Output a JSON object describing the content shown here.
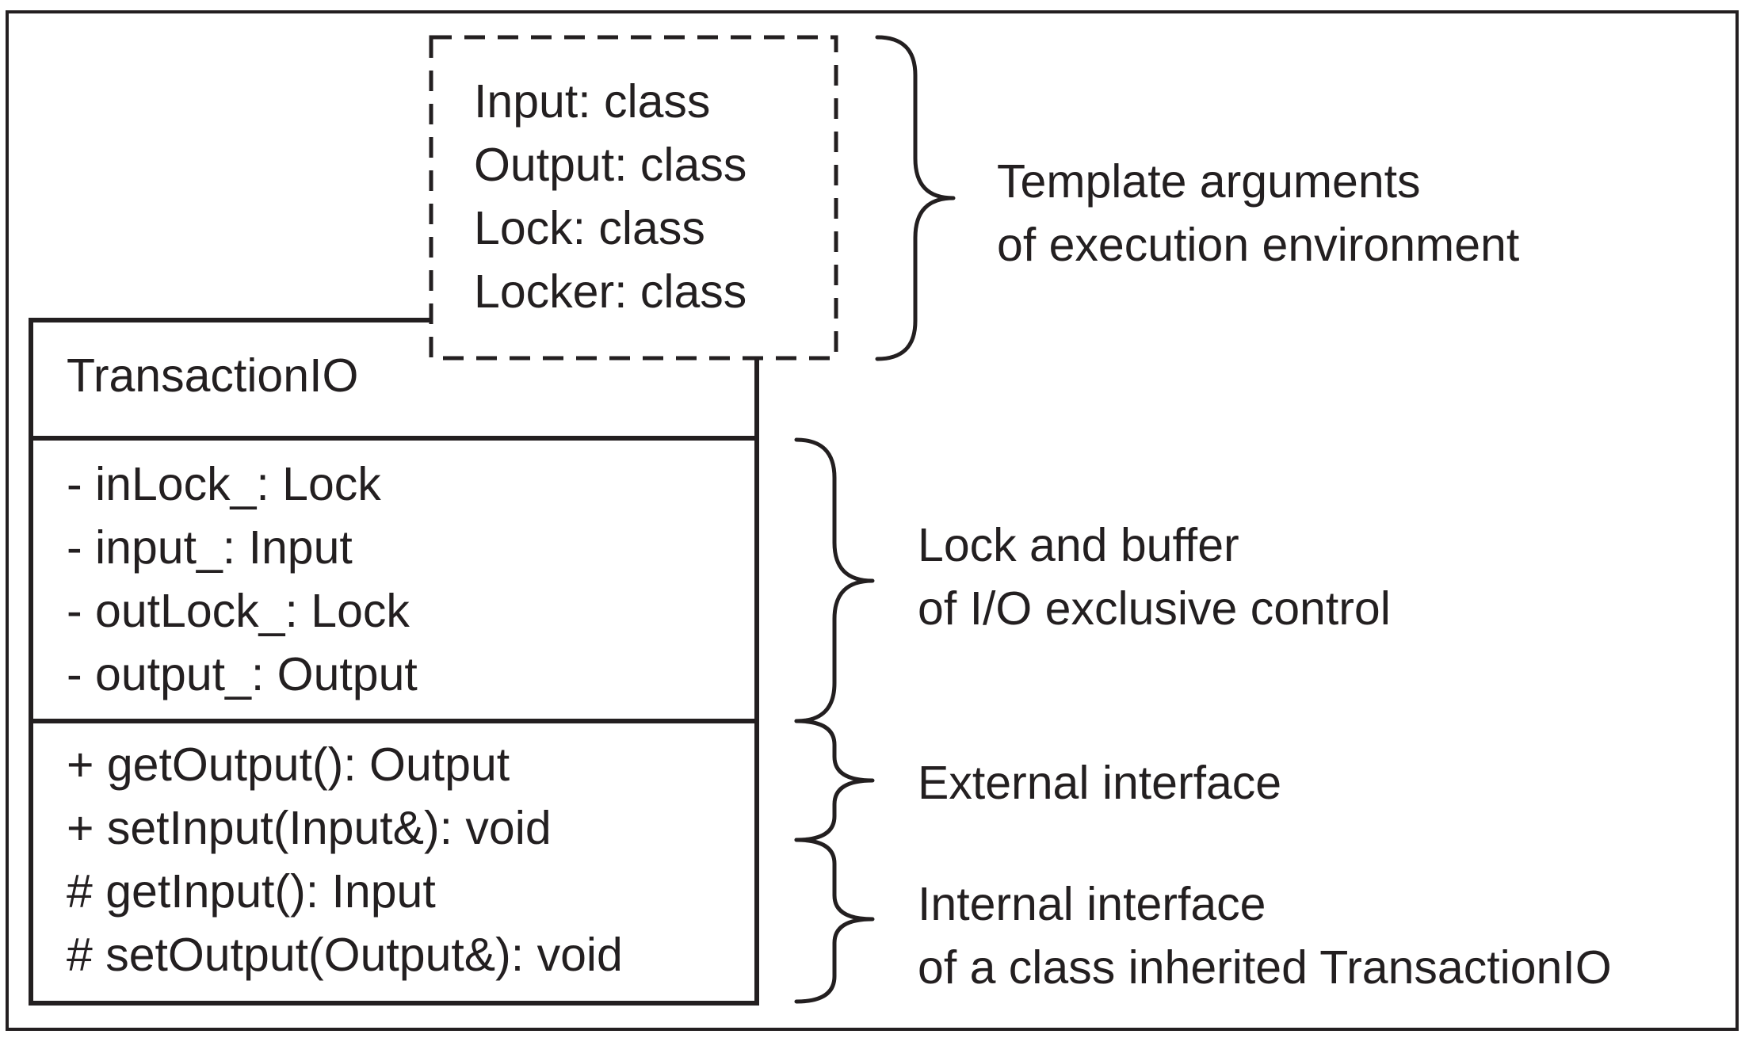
{
  "template_box": {
    "params": [
      "Input: class",
      "Output: class",
      "Lock: class",
      "Locker: class"
    ]
  },
  "class_box": {
    "name": "TransactionIO",
    "attributes": [
      "- inLock_: Lock",
      "- input_: Input",
      "- outLock_: Lock",
      "- output_: Output"
    ],
    "operations": [
      "+ getOutput(): Output",
      "+ setInput(Input&): void",
      "# getInput(): Input",
      "# setOutput(Output&): void"
    ]
  },
  "annotations": {
    "template_args": [
      "Template arguments",
      "of execution environment"
    ],
    "lock_buffer": [
      "Lock and buffer",
      "of I/O exclusive control"
    ],
    "external": "External interface",
    "internal": [
      "Internal interface",
      "of a class inherited TransactionIO"
    ]
  },
  "colors": {
    "ink": "#231f20",
    "background": "#ffffff"
  }
}
